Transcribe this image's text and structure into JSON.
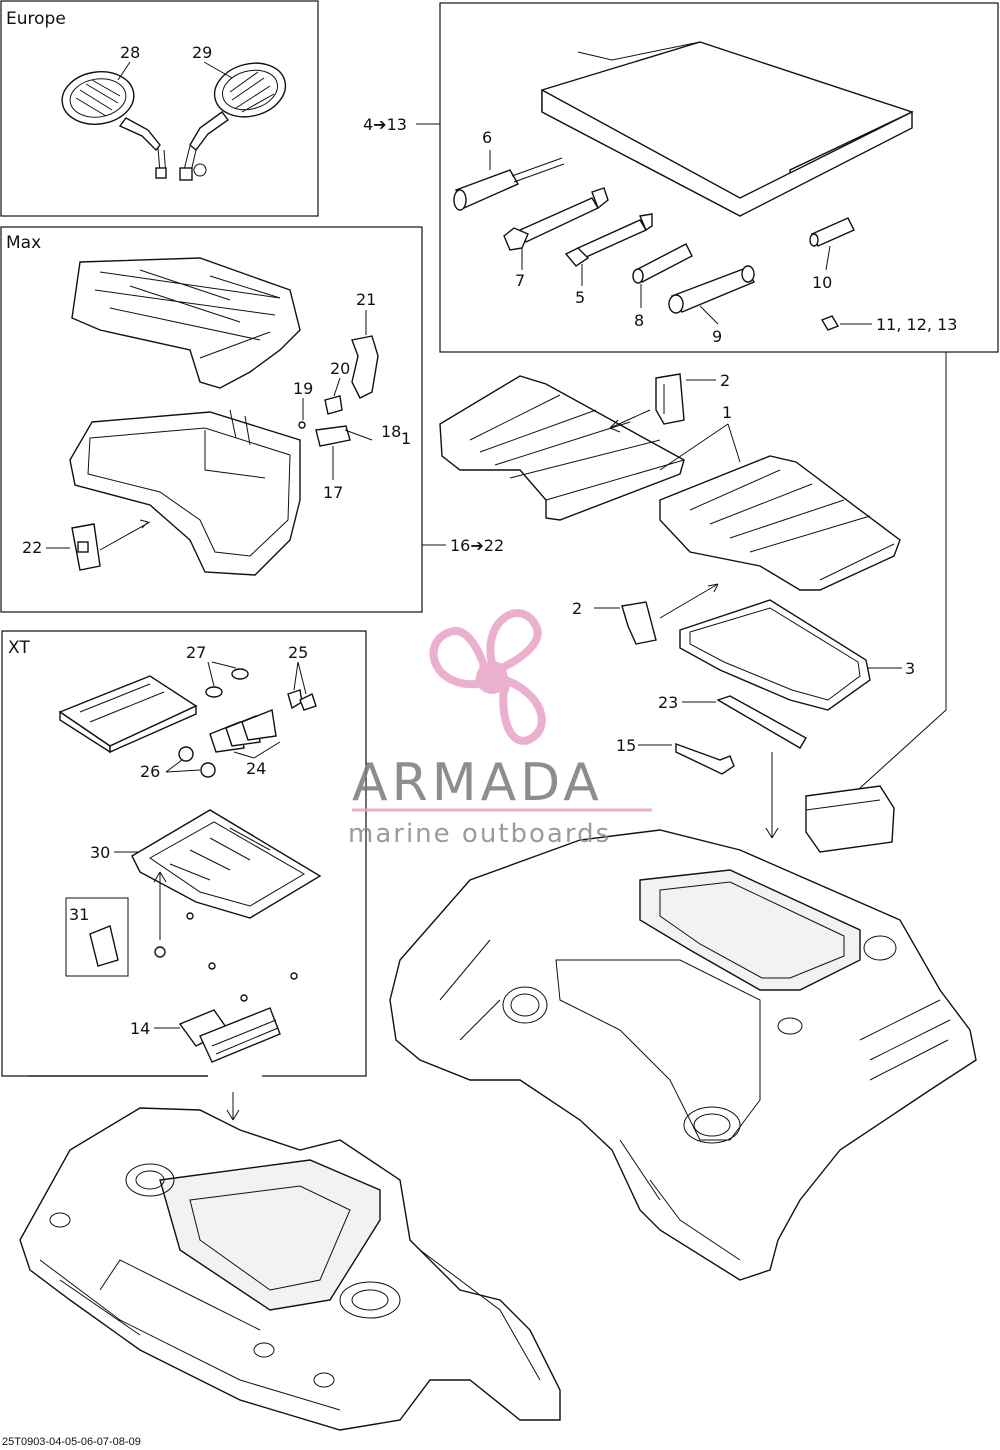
{
  "boxes": {
    "europe": "Europe",
    "max": "Max",
    "xt": "XT"
  },
  "labels": {
    "l1": "1",
    "l2": "2",
    "l3": "3",
    "l4_13": "4➔13",
    "l5": "5",
    "l6": "6",
    "l7": "7",
    "l8": "8",
    "l9": "9",
    "l10": "10",
    "l11_13": "11, 12, 13",
    "l14": "14",
    "l15": "15",
    "l16_22": "16➔22",
    "l17": "17",
    "l18": "18",
    "l18b": "1",
    "l19": "19",
    "l20": "20",
    "l21": "21",
    "l22": "22",
    "l23": "23",
    "l24": "24",
    "l25": "25",
    "l26": "26",
    "l27": "27",
    "l28": "28",
    "l29": "29",
    "l30": "30",
    "l31": "31"
  },
  "watermark": {
    "brand": "ARMADA",
    "subtitle": "marine outboards",
    "color": "#e8a3c6"
  },
  "footer": {
    "code": "25T0903-04-05-06-07-08-09"
  }
}
